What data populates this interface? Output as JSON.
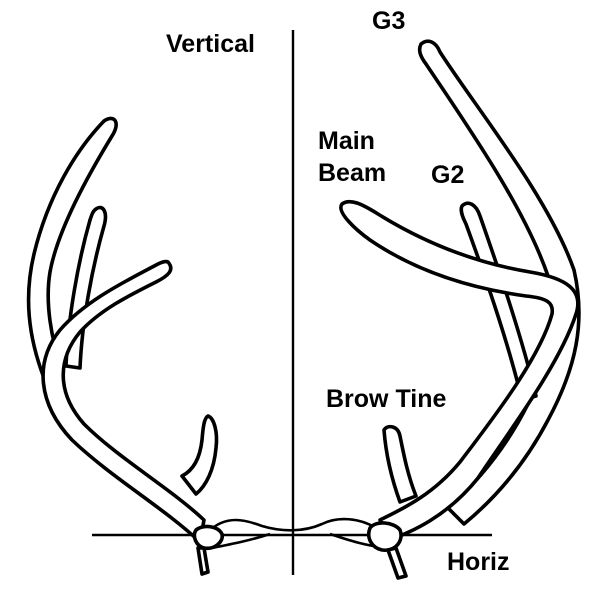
{
  "labels": {
    "vertical": "Vertical",
    "g3": "G3",
    "main_beam_line1": "Main",
    "main_beam_line2": "Beam",
    "g2": "G2",
    "brow_tine": "Brow Tine",
    "horiz": "Horiz"
  },
  "colors": {
    "outline": "#000000",
    "fill": "#ffffff",
    "background": "#ffffff"
  }
}
